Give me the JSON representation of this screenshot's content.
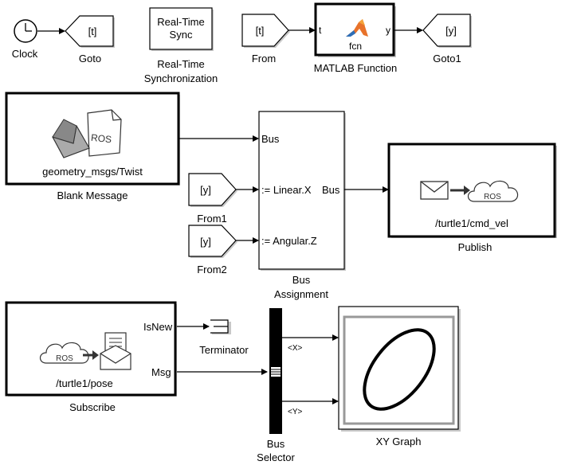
{
  "blocks": {
    "clock": {
      "label": "Clock"
    },
    "goto": {
      "tag": "[t]",
      "label": "Goto"
    },
    "rts": {
      "text1": "Real-Time",
      "text2": "Sync",
      "label1": "Real-Time",
      "label2": "Synchronization"
    },
    "from": {
      "tag": "[t]",
      "label": "From"
    },
    "matlab": {
      "port_in": "t",
      "port_out": "y",
      "func": "fcn",
      "label": "MATLAB Function"
    },
    "goto1": {
      "tag": "[y]",
      "label": "Goto1"
    },
    "blank_message": {
      "icon_text": "ROS",
      "topic": "geometry_msgs/Twist",
      "label": "Blank Message"
    },
    "from1": {
      "tag": "[y]",
      "label": "From1"
    },
    "from2": {
      "tag": "[y]",
      "label": "From2"
    },
    "bus_assignment": {
      "port_bus": "Bus",
      "port_lin": ":= Linear.X",
      "port_ang": ":= Angular.Z",
      "port_out": "Bus",
      "label1": "Bus",
      "label2": "Assignment"
    },
    "publish": {
      "icon_text": "ROS",
      "topic": "/turtle1/cmd_vel",
      "label": "Publish"
    },
    "subscribe": {
      "icon_text": "ROS",
      "topic": "/turtle1/pose",
      "port_isnew": "IsNew",
      "port_msg": "Msg",
      "label": "Subscribe"
    },
    "terminator": {
      "label": "Terminator"
    },
    "bus_selector": {
      "sig_x": "<X>",
      "sig_y": "<Y>",
      "label1": "Bus",
      "label2": "Selector"
    },
    "xy_graph": {
      "label": "XY Graph"
    }
  },
  "colors": {
    "line": "#000000",
    "shadow": "#c8c8c8",
    "matlab_orange": "#e8722a",
    "matlab_blue": "#2e6fb8"
  }
}
